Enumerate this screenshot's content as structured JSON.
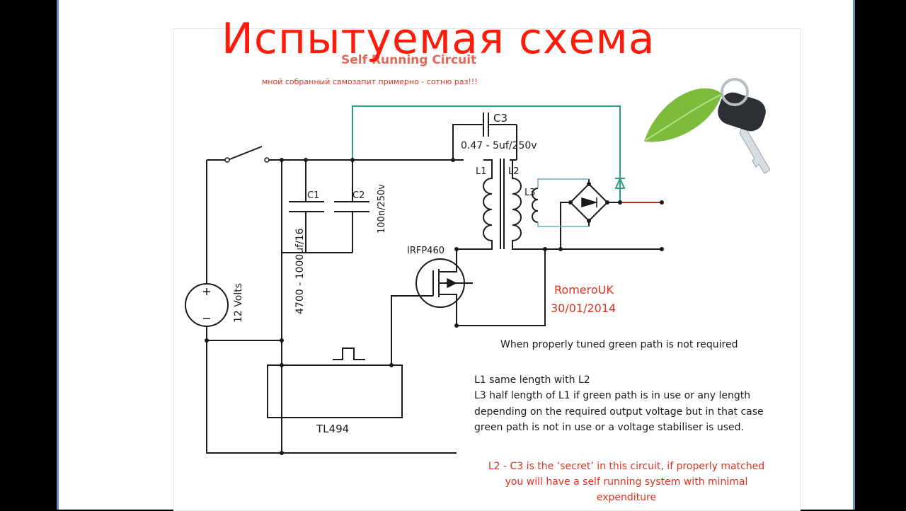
{
  "slide": {
    "title": "Испытуемая схема"
  },
  "diagram": {
    "heading": "Self Running Circuit",
    "subheading": "мной собранный самозапит примерно - сотню раз!!!",
    "components": {
      "c3": "C3",
      "c3_value": "0.47 - 5uf/250v",
      "l1": "L1",
      "l2": "L2",
      "l3": "L3",
      "c1": "C1",
      "c2": "C2",
      "c1_value": "4700 - 1000uf/16",
      "c2_value": "100n/250v",
      "battery": "12 Volts",
      "mosfet": "IRFP460",
      "ic": "TL494"
    },
    "author": "RomeroUK",
    "date": "30/01/2014",
    "notes": {
      "tuned": "When properly tuned green path is not required",
      "line1": "L1 same length with L2",
      "line2": "L3 half length of L1 if green path is in use or any length",
      "line3": "depending on the required output voltage but in that case",
      "line4": "green path is not in use or a voltage stabiliser is used.",
      "secret1": "L2 - C3 is the ‘secret’ in this circuit, if properly matched",
      "secret2": "you will have a self running system with minimal",
      "secret3": "expenditure"
    },
    "colors": {
      "wire": "#1a1a1a",
      "green_path": "#2e9e86",
      "red_text": "#e0331f",
      "title_red": "#ff1a0a"
    }
  }
}
